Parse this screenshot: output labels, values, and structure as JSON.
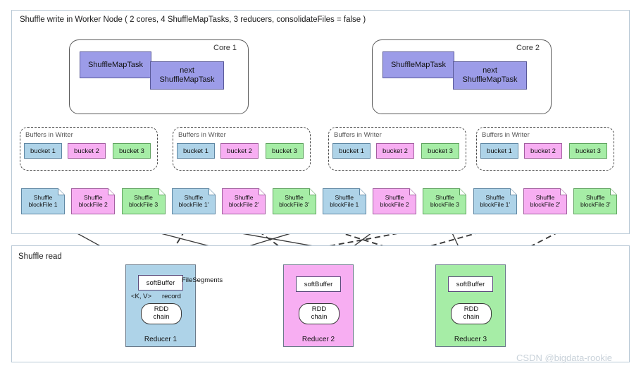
{
  "write_panel": {
    "title": "Shuffle write in Worker Node ( 2 cores, 4 ShuffleMapTasks, 3 reducers, consolidateFiles = false )"
  },
  "read_panel": {
    "title": "Shuffle read"
  },
  "cores": [
    {
      "label": "Core 1",
      "task": "ShuffleMapTask",
      "next_task_line1": "next",
      "next_task_line2": "ShuffleMapTask"
    },
    {
      "label": "Core 2",
      "task": "ShuffleMapTask",
      "next_task_line1": "next",
      "next_task_line2": "ShuffleMapTask"
    }
  ],
  "buffer_groups": [
    {
      "label": "Buffers in Writer",
      "buckets": [
        "bucket 1",
        "bucket 2",
        "bucket 3"
      ]
    },
    {
      "label": "Buffers in Writer",
      "buckets": [
        "bucket 1",
        "bucket 2",
        "bucket 3"
      ]
    },
    {
      "label": "Buffers in Writer",
      "buckets": [
        "bucket 1",
        "bucket 2",
        "bucket 3"
      ]
    },
    {
      "label": "Buffers in Writer",
      "buckets": [
        "bucket 1",
        "bucket 2",
        "bucket 3"
      ]
    }
  ],
  "block_files": [
    {
      "line1": "Shuffle",
      "line2": "blockFile 1",
      "color": "blue"
    },
    {
      "line1": "Shuffle",
      "line2": "blockFile 2",
      "color": "pink"
    },
    {
      "line1": "Shuffle",
      "line2": "blockFile 3",
      "color": "green"
    },
    {
      "line1": "Shuffle",
      "line2": "blockFile 1'",
      "color": "blue"
    },
    {
      "line1": "Shuffle",
      "line2": "blockFile 2'",
      "color": "pink"
    },
    {
      "line1": "Shuffle",
      "line2": "blockFile 3'",
      "color": "green"
    },
    {
      "line1": "Shuffle",
      "line2": "blockFile 1",
      "color": "blue"
    },
    {
      "line1": "Shuffle",
      "line2": "blockFile 2",
      "color": "pink"
    },
    {
      "line1": "Shuffle",
      "line2": "blockFile 3",
      "color": "green"
    },
    {
      "line1": "Shuffle",
      "line2": "blockFile 1'",
      "color": "blue"
    },
    {
      "line1": "Shuffle",
      "line2": "blockFile 2'",
      "color": "pink"
    },
    {
      "line1": "Shuffle",
      "line2": "blockFile 3'",
      "color": "green"
    }
  ],
  "reducers": [
    {
      "name": "Reducer 1",
      "softbuffer": "softBuffer",
      "rdd_line1": "RDD",
      "rdd_line2": "chain",
      "color": "blue"
    },
    {
      "name": "Reducer 2",
      "softbuffer": "softBuffer",
      "rdd_line1": "RDD",
      "rdd_line2": "chain",
      "color": "pink"
    },
    {
      "name": "Reducer 3",
      "softbuffer": "softBuffer",
      "rdd_line1": "RDD",
      "rdd_line2": "chain",
      "color": "green"
    }
  ],
  "annotations": {
    "file_segments": "FileSegments",
    "kv_label": "<K, V>",
    "record_label": "record"
  },
  "watermark": "CSDN @bigdata-rookie",
  "colors": {
    "task_purple": "#9c9ce8",
    "blue": "#aed3e8",
    "pink": "#f7aef2",
    "green": "#a6eda6",
    "panel_border": "#b9c9d6",
    "edge": "#4a4a4a"
  }
}
